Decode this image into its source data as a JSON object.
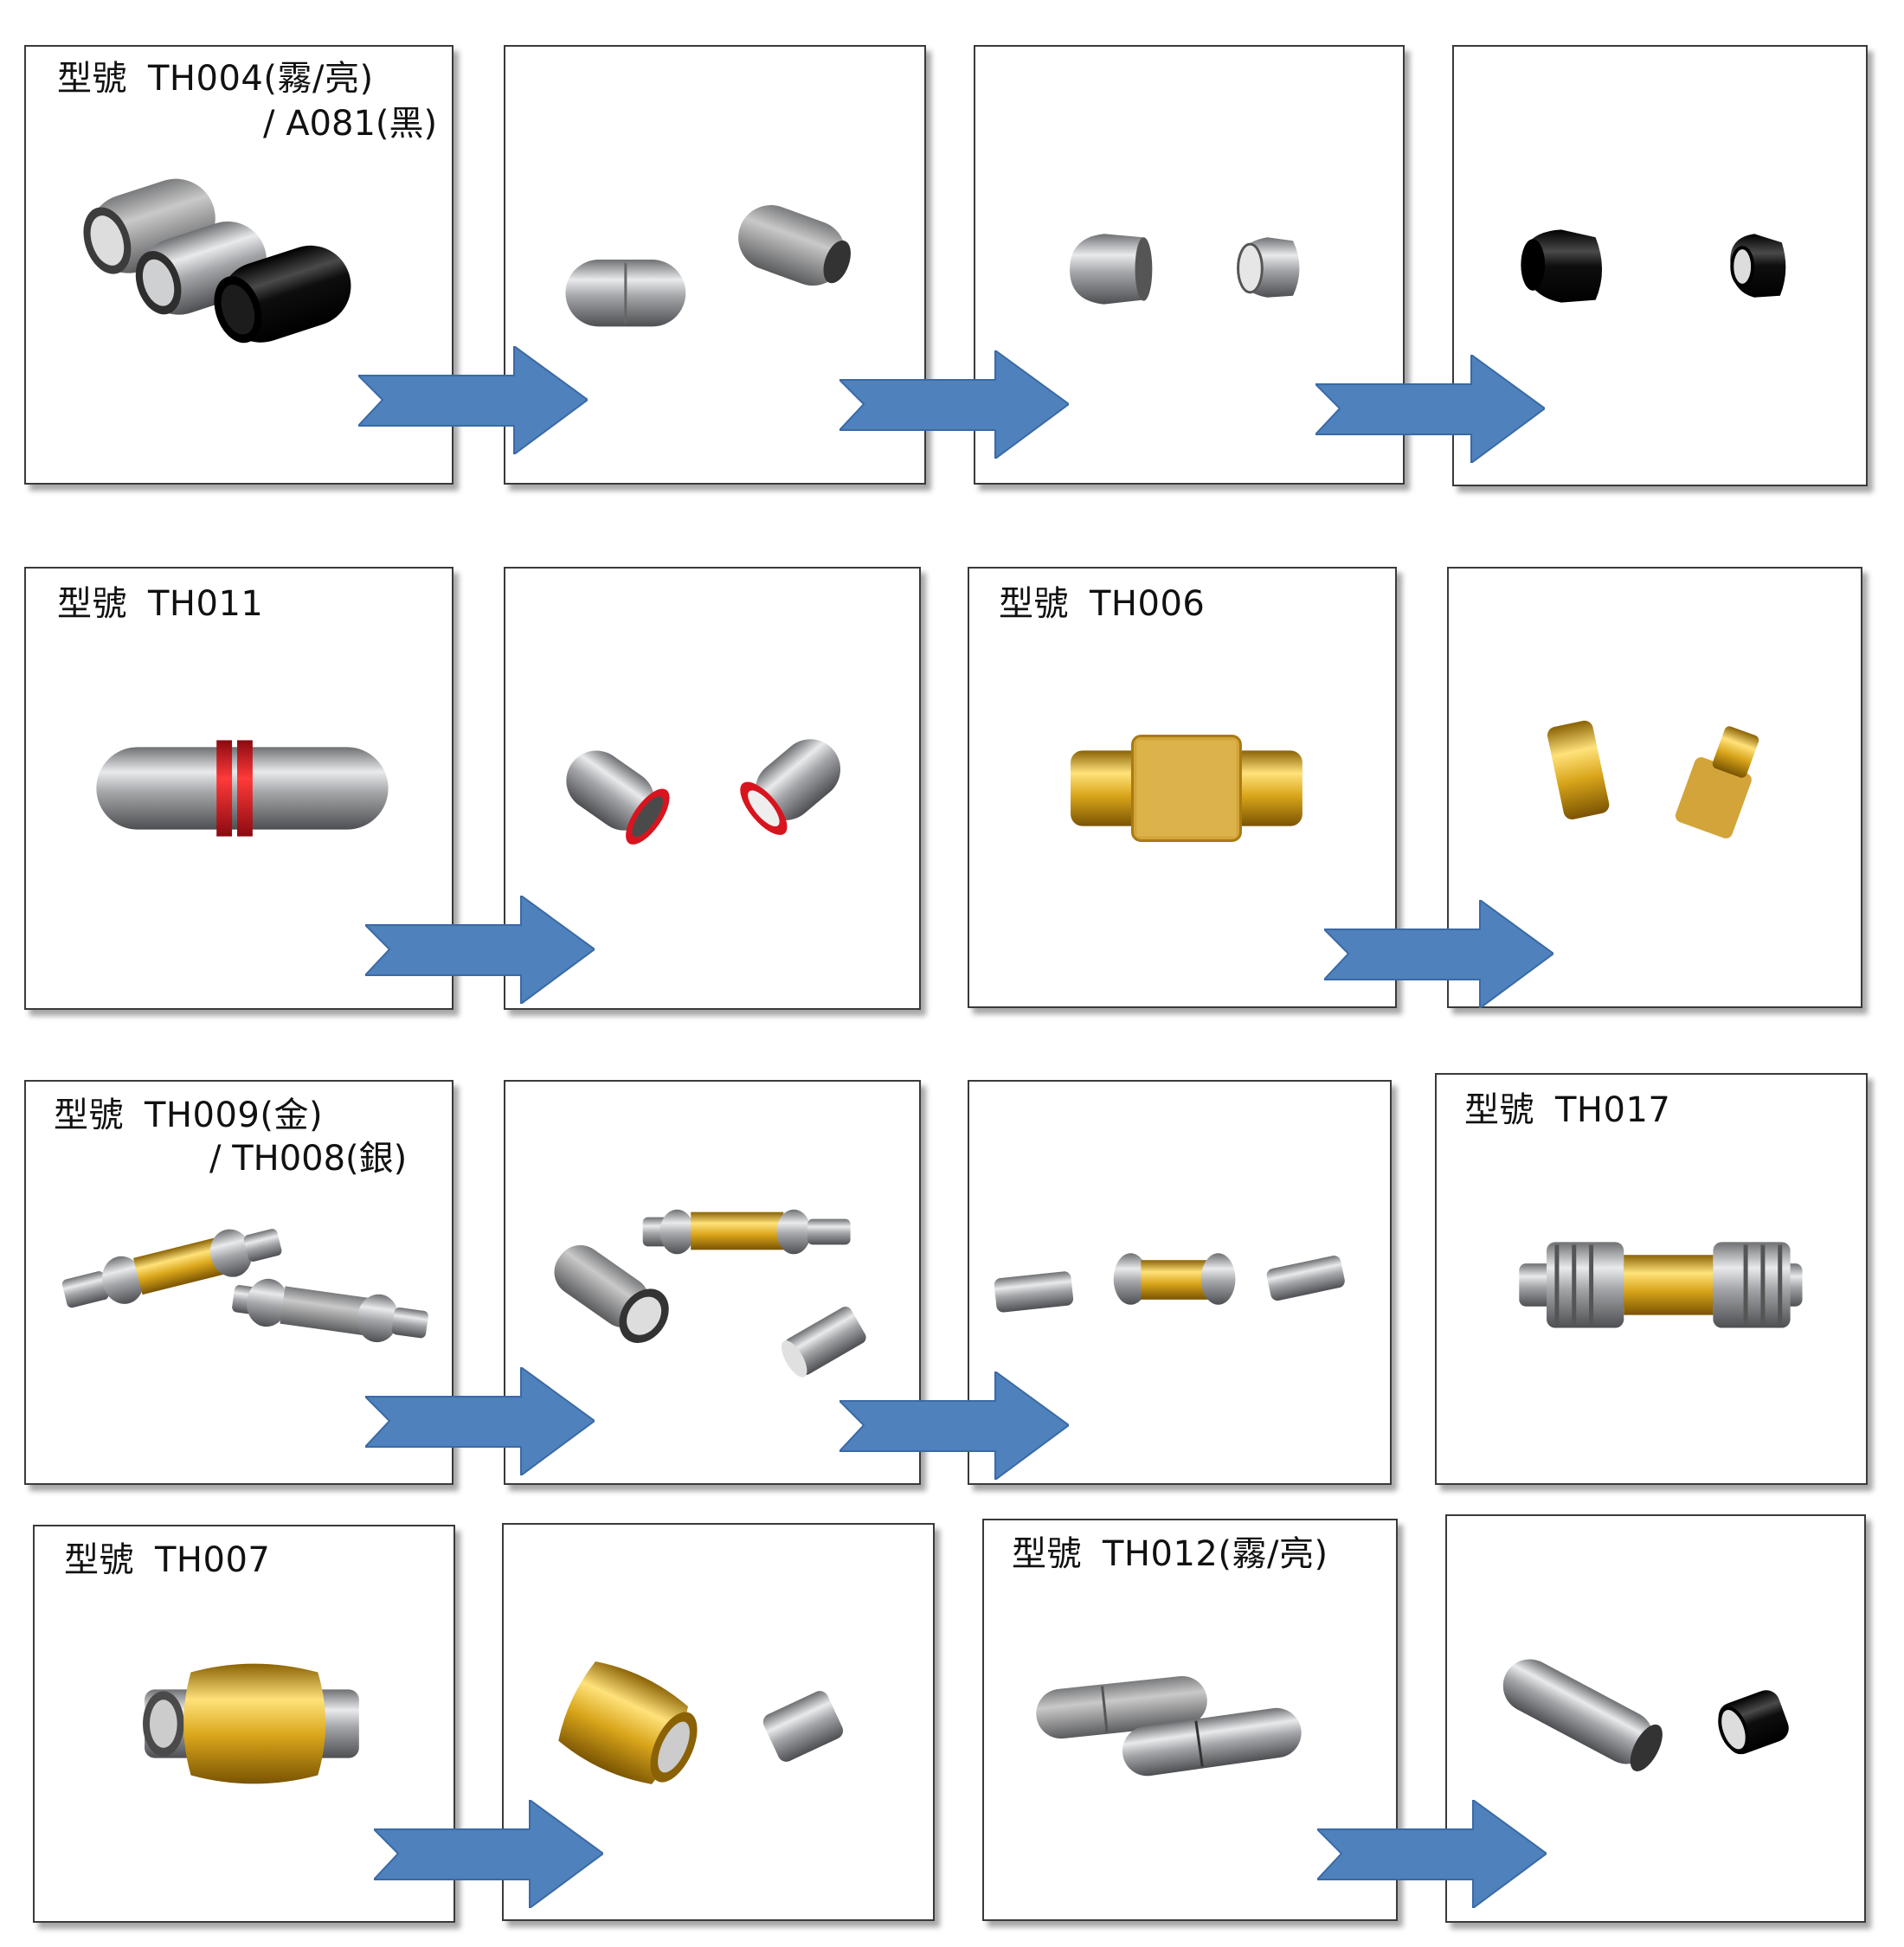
{
  "colors": {
    "arrow": "#4f81bd",
    "gold": "#d9a51a",
    "steel": "#a8aaad",
    "black": "#141414",
    "red": "#d8141e",
    "border": "#3a3a3a"
  },
  "label_prefix": "型號",
  "cards": [
    {
      "model": "TH004(霧/亮)",
      "model_line2": "/ A081(黑)"
    },
    {
      "model": "TH011"
    },
    {
      "model": "TH006"
    },
    {
      "model": "TH009(金)",
      "model_line2": "/ TH008(銀)"
    },
    {
      "model": "TH017"
    },
    {
      "model": "TH007"
    },
    {
      "model": "TH012(霧/亮)"
    }
  ],
  "arrow_icon": "right-arrow-icon"
}
